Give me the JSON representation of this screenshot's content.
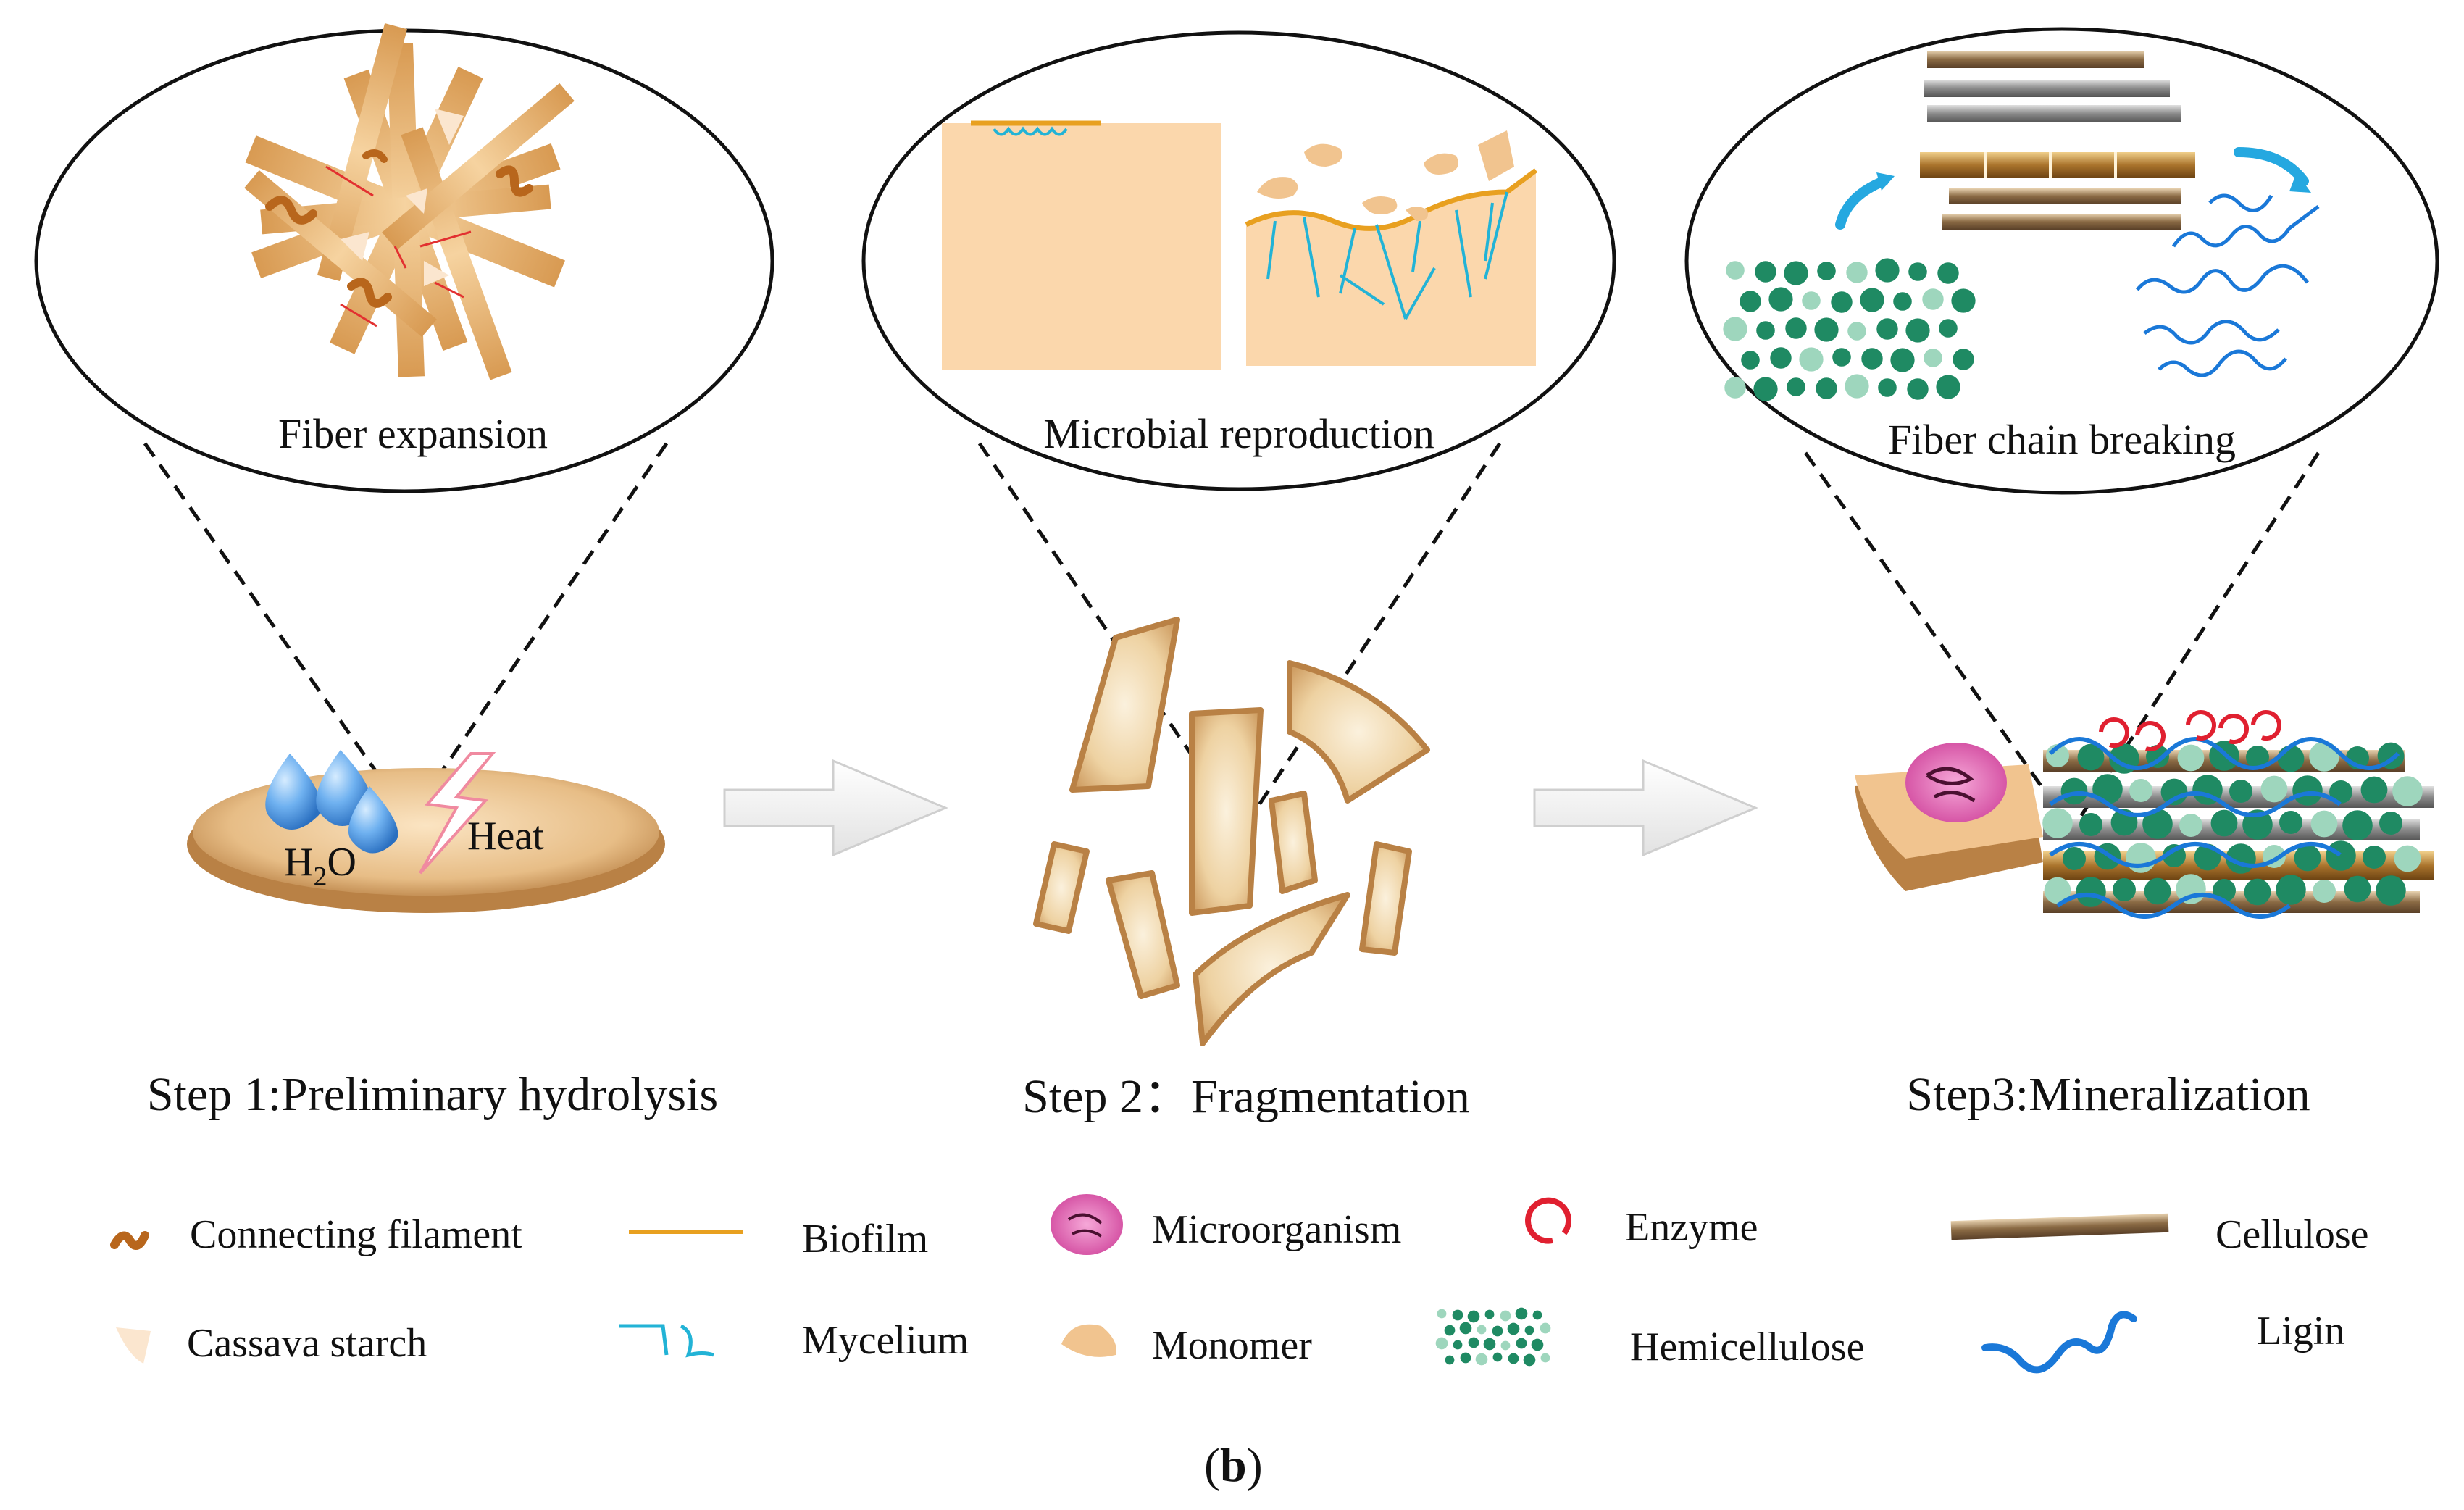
{
  "zooms": [
    {
      "label": "Fiber expansion"
    },
    {
      "label": "Microbial reproduction"
    },
    {
      "label": "Fiber chain breaking"
    }
  ],
  "stage1": {
    "water": "H",
    "water_sub": "2",
    "water_tail": "O",
    "heat": "Heat"
  },
  "steps": [
    {
      "label": "Step 1:Preliminary hydrolysis"
    },
    {
      "label": "Step 2：Fragmentation"
    },
    {
      "label": "Step3:Mineralization"
    }
  ],
  "legend": [
    {
      "label": "Connecting filament",
      "icon": "connecting-filament-icon"
    },
    {
      "label": "Biofilm",
      "icon": "biofilm-icon"
    },
    {
      "label": "Microorganism",
      "icon": "microorganism-icon"
    },
    {
      "label": "Enzyme",
      "icon": "enzyme-icon"
    },
    {
      "label": "Cellulose",
      "icon": "cellulose-icon"
    },
    {
      "label": "Cassava starch",
      "icon": "cassava-starch-icon"
    },
    {
      "label": "Mycelium",
      "icon": "mycelium-icon"
    },
    {
      "label": "Monomer",
      "icon": "monomer-icon"
    },
    {
      "label": "Hemicellulose",
      "icon": "hemicellulose-icon"
    },
    {
      "label": "Ligin",
      "icon": "lignin-icon"
    }
  ],
  "panel": {
    "open": "(",
    "letter": "b",
    "close": ")"
  },
  "colors": {
    "fiber": "#e9b878",
    "fiber_dark": "#b47a3a",
    "biofilm": "#e8a020",
    "mycelium": "#22b3d6",
    "monomer": "#f1c48f",
    "enzyme": "#e02030",
    "hemicellulose": "#1f8a63",
    "lignin": "#1a78d8",
    "water": "#3a8ee0",
    "heat": "#f08aa0",
    "arrow": "#ededed"
  }
}
